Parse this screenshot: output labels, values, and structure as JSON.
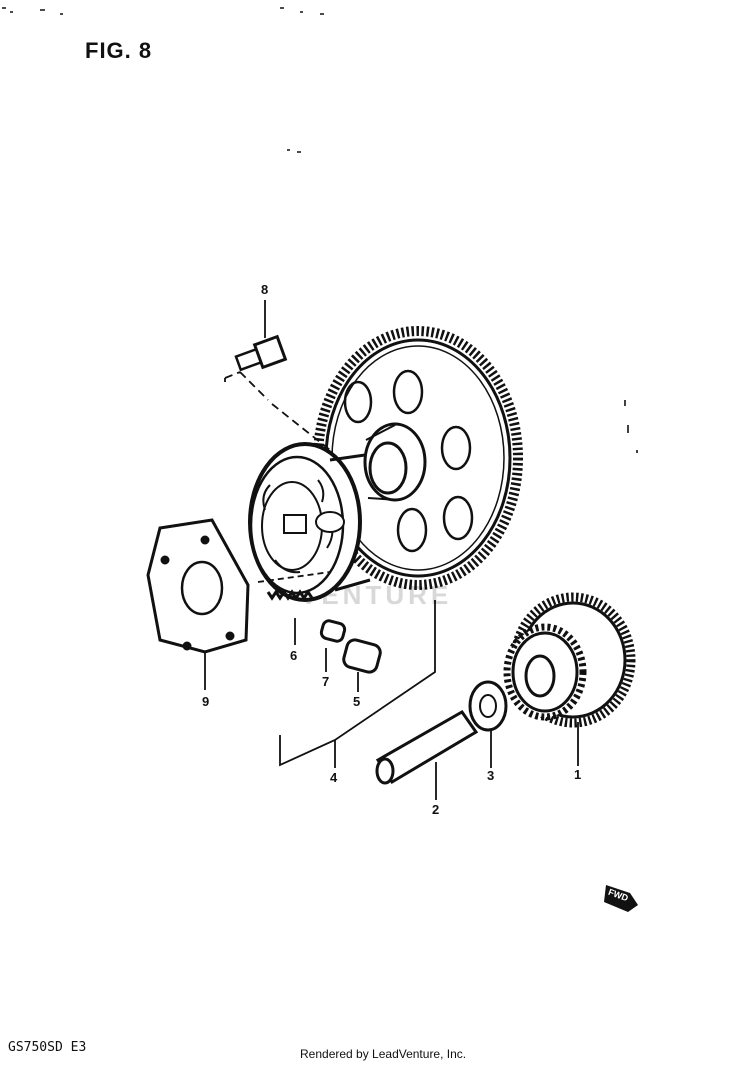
{
  "header": {
    "figure_label": "FIG. 8"
  },
  "footer": {
    "model_code": "GS750SD  E3",
    "credit": "Rendered by LeadVenture, Inc."
  },
  "watermark": "VENTURE",
  "diagram": {
    "callouts": [
      {
        "id": "part-1",
        "label": "1"
      },
      {
        "id": "part-2",
        "label": "2"
      },
      {
        "id": "part-3",
        "label": "3"
      },
      {
        "id": "part-4",
        "label": "4"
      },
      {
        "id": "part-5",
        "label": "5"
      },
      {
        "id": "part-6",
        "label": "6"
      },
      {
        "id": "part-7",
        "label": "7"
      },
      {
        "id": "part-8",
        "label": "8"
      },
      {
        "id": "part-9",
        "label": "9"
      }
    ],
    "forward_badge": "FWD"
  }
}
